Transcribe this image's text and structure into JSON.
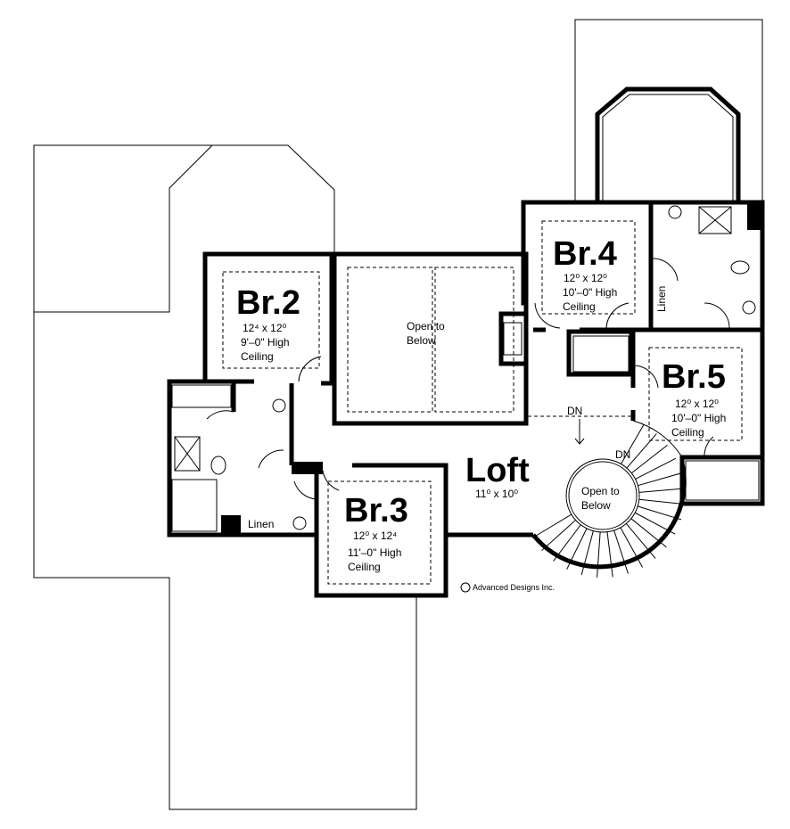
{
  "rooms": {
    "br2": {
      "name": "Br.2",
      "dims": "12⁴ x 12⁰",
      "ceiling": "9'–0\" High",
      "ceiling2": "Ceiling"
    },
    "br3": {
      "name": "Br.3",
      "dims": "12⁰ x 12⁴",
      "ceiling": "11'–0\" High",
      "ceiling2": "Ceiling"
    },
    "br4": {
      "name": "Br.4",
      "dims": "12⁰ x 12⁰",
      "ceiling": "10'–0\" High",
      "ceiling2": "Ceiling"
    },
    "br5": {
      "name": "Br.5",
      "dims": "12⁰ x 12⁰",
      "ceiling": "10'–0\" High",
      "ceiling2": "Ceiling"
    },
    "loft": {
      "name": "Loft",
      "dims": "11⁰ x 10⁰"
    }
  },
  "open_to_below_1": {
    "line1": "Open to",
    "line2": "Below"
  },
  "open_to_below_2": {
    "line1": "Open to",
    "line2": "Below"
  },
  "stairs": {
    "dn1": "DN",
    "dn2": "DN"
  },
  "closets": {
    "linen1": "Linen",
    "linen2": "Linen"
  },
  "copyright": "Advanced Designs Inc."
}
